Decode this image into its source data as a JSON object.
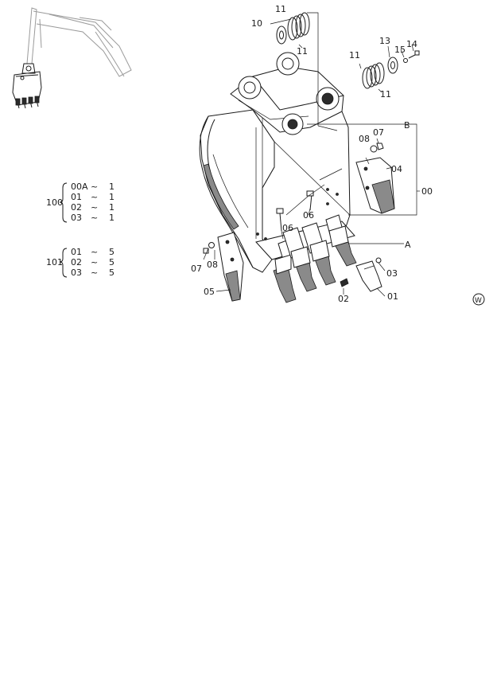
{
  "callouts": {
    "p00": "00",
    "p01": "01",
    "p02": "02",
    "p03a": "03",
    "p04": "04",
    "p05": "05",
    "p06a": "06",
    "p06b": "06",
    "p07a": "07",
    "p07b": "07",
    "p08a": "08",
    "p08b": "08",
    "p10": "10",
    "p11a": "11",
    "p11b": "11",
    "p11c": "11",
    "p11d": "11",
    "p13": "13",
    "p14": "14",
    "p15": "15",
    "ref_a": "A",
    "ref_b": "B"
  },
  "kit_table": [
    {
      "group": "100",
      "rows": [
        {
          "part": "00A",
          "sep": "~",
          "qty": "1"
        },
        {
          "part": "01",
          "sep": "~",
          "qty": "1"
        },
        {
          "part": "02",
          "sep": "~",
          "qty": "1"
        },
        {
          "part": "03",
          "sep": "~",
          "qty": "1"
        }
      ]
    },
    {
      "group": "101",
      "rows": [
        {
          "part": "01",
          "sep": "~",
          "qty": "5"
        },
        {
          "part": "02",
          "sep": "~",
          "qty": "5"
        },
        {
          "part": "03",
          "sep": "~",
          "qty": "5"
        }
      ]
    }
  ],
  "mark": "W"
}
